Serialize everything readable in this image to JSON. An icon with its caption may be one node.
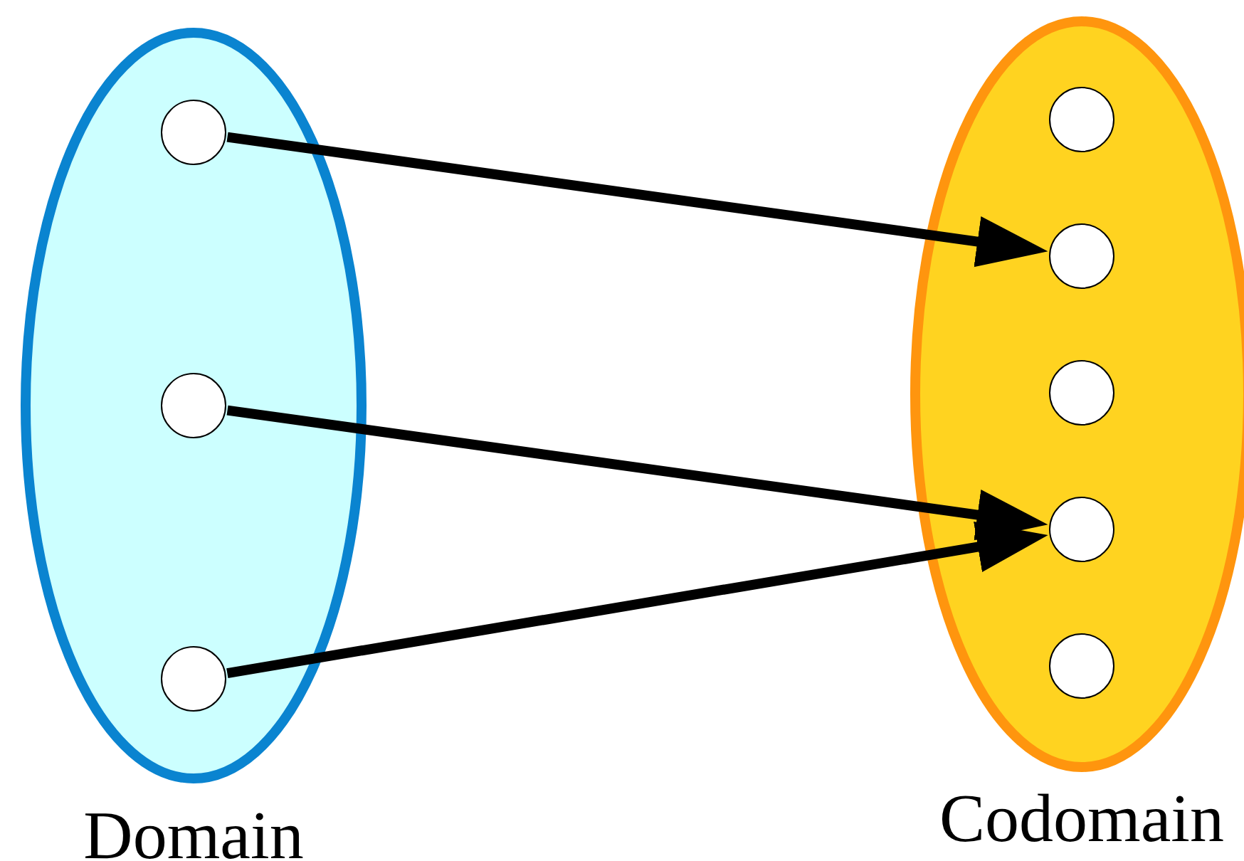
{
  "diagram": {
    "nodes": [
      {
        "text": [
          "Domain"
        ]
      },
      {
        "text": [],
        "shape": "circle",
        "in": 0
      },
      {
        "text": [],
        "shape": "circle",
        "in": 0
      },
      {
        "text": [],
        "shape": "circle",
        "in": 0
      },
      {
        "text": [
          "Codomain"
        ]
      },
      {
        "text": [],
        "shape": "circle",
        "in": 4
      },
      {
        "text": [],
        "shape": "circle",
        "in": 4
      },
      {
        "text": [],
        "shape": "circle",
        "in": 4
      },
      {
        "text": [],
        "shape": "circle",
        "in": 4
      },
      {
        "text": [],
        "shape": "circle",
        "in": 4
      }
    ],
    "edges": [
      {
        "from": 1,
        "to": 6,
        "arrow": "to"
      },
      {
        "from": 2,
        "to": 8,
        "arrow": "to"
      },
      {
        "from": 3,
        "to": 8,
        "arrow": "to"
      }
    ]
  }
}
